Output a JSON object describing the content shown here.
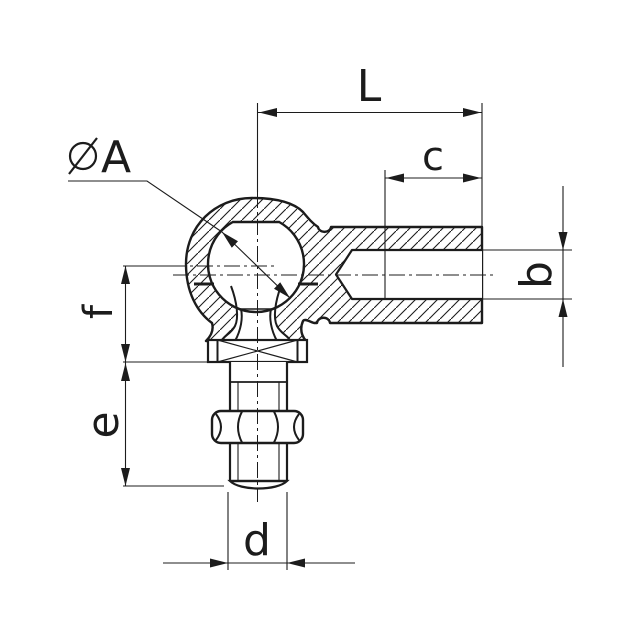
{
  "drawing": {
    "background": "#ffffff",
    "ink": "#1c1c1c",
    "labels": {
      "overall_length": "L",
      "thread_depth": "c",
      "bore_diameter": "b",
      "ball_diameter_symbol": "⌀",
      "ball_diameter": "A",
      "head_height": "f",
      "stud_length": "e",
      "thread_diameter": "d"
    }
  }
}
